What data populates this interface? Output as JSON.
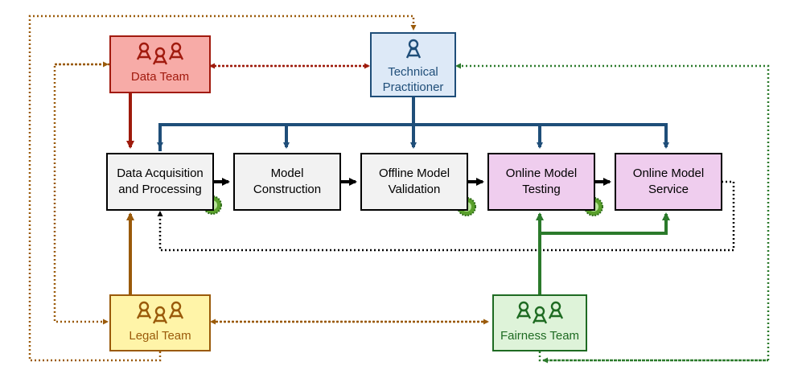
{
  "colors": {
    "data_team_fill": "#f7aba7",
    "data_team_border": "#a11a0e",
    "data_team_text": "#a11a0e",
    "tech_fill": "#dde9f7",
    "tech_border": "#1f4e79",
    "tech_text": "#1f4e79",
    "legal_fill": "#fff4a8",
    "legal_border": "#9a5a0a",
    "legal_text": "#9a5a0a",
    "fair_fill": "#def3d9",
    "fair_border": "#1e6b22",
    "fair_text": "#1e6b22",
    "process_fill": "#f2f2f2",
    "online_fill": "#efcdee",
    "blue_arrow": "#1f4e79",
    "red_arrow": "#9e1a0b",
    "brown_arrow": "#9a5a0a",
    "green_arrow": "#2b7a2b",
    "black": "#000000",
    "badge": "#5aa02c"
  },
  "teams": {
    "data_team": {
      "label": "Data Team",
      "icon": "people-group-icon"
    },
    "technical_practitioner": {
      "label": "Technical\nPractitioner",
      "icon": "person-icon"
    },
    "legal_team": {
      "label": "Legal Team",
      "icon": "people-group-icon"
    },
    "fairness_team": {
      "label": "Fairness Team",
      "icon": "people-group-icon"
    }
  },
  "process": {
    "data_acquisition": "Data Acquisition\nand Processing",
    "model_construction": "Model\nConstruction",
    "offline_validation": "Offline Model\nValidation",
    "online_testing": "Online Model\nTesting",
    "online_service": "Online Model\nService"
  },
  "badges": [
    "checkpoint-badge-icon"
  ]
}
